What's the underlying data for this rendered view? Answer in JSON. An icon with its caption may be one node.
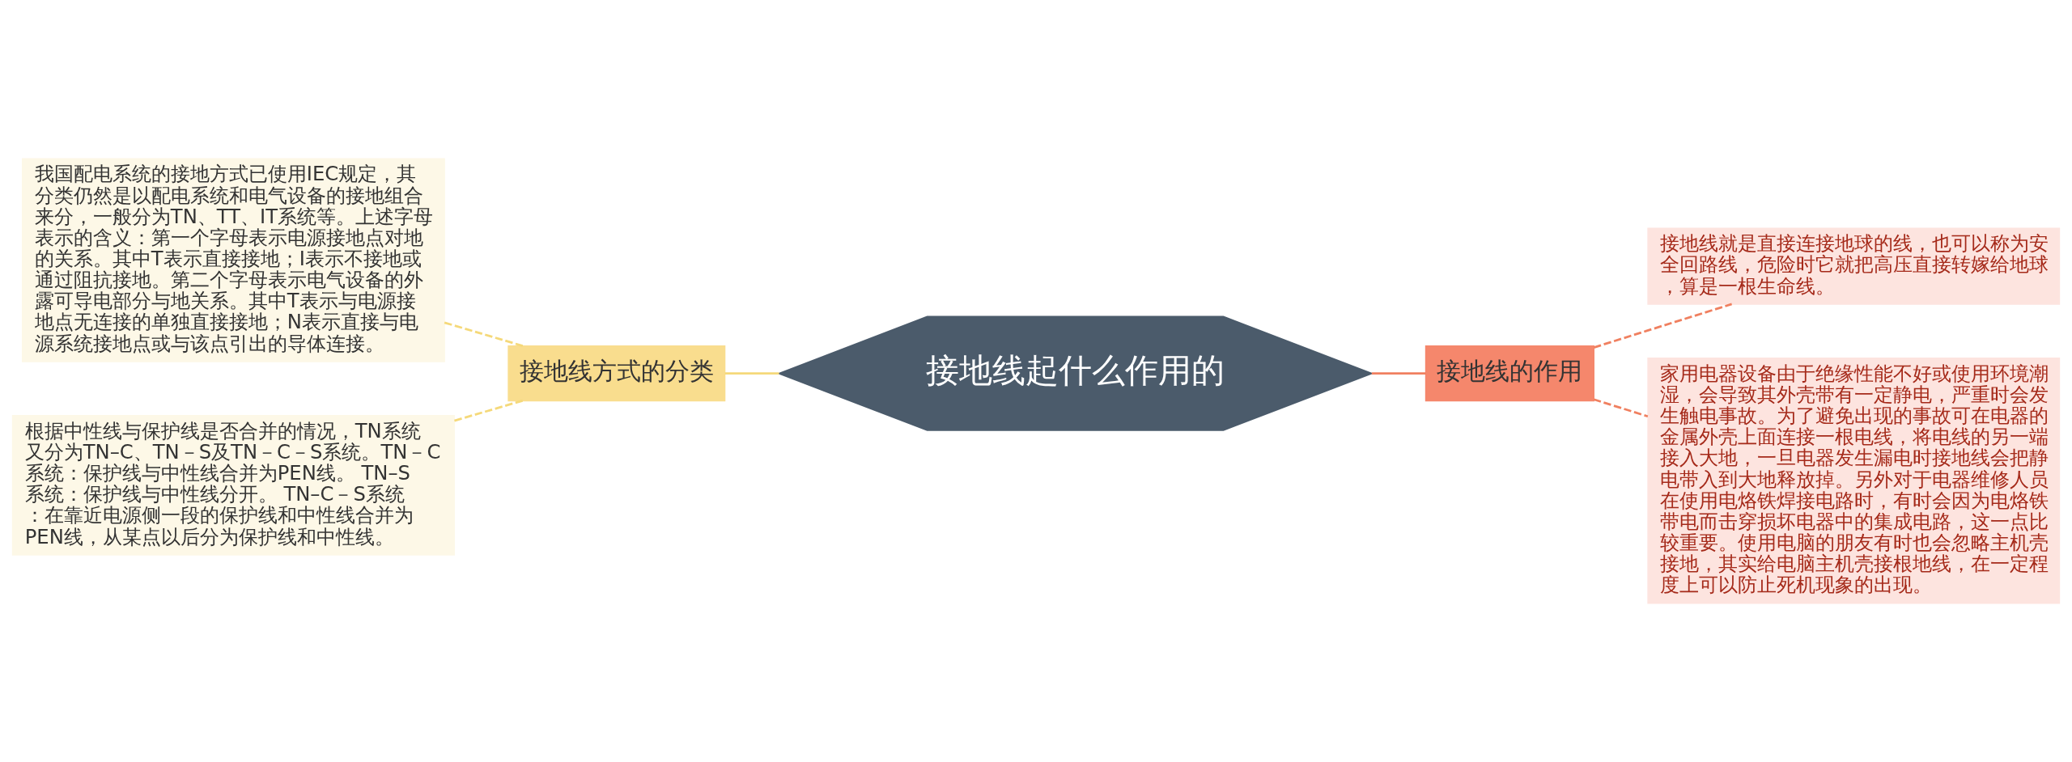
{
  "diagram": {
    "nodes": [
      {
        "text": [
          "接地线起什么作用的"
        ]
      },
      {
        "text": [
          "接地线方式的分类"
        ]
      },
      {
        "text": [
          "接地线的作用"
        ]
      },
      {
        "text": [
          "我国配电系统的接地方式已使用IEC规定，其分类仍然是以配电系统和电气设备的接地组合来分，一般分为TN、TT、IT系统等。上述字母表示的含义：第一个字母表示电源接地点对地的关系。其中T表示直接接地；I表示不接地或通过阻抗接地。第二个字母表示电气设备的外露可导电部分与地关系。其中T表示与电源接地点无连接的单独直接接地；N表示直接与电源系统接地点或与该点引出的导体连接。"
        ]
      },
      {
        "text": [
          "根据中性线与保护线是否合并的情况，TN系统又分为TN–C、TN－S及TN－C－S系统。TN－C系统：保护线与中性线合并为PEN线。 TN–S系统：保护线与中性线分开。 TN–C－S系统：在靠近电源侧一段的保护线和中性线合并为PEN线，从某点以后分为保护线和中性线。"
        ]
      },
      {
        "text": [
          "接地线就是直接连接地球的线，也可以称为安全回路线，危险时它就把高压直接转嫁给地球，算是一根生命线。"
        ]
      },
      {
        "text": [
          "家用电器设备由于绝缘性能不好或使用环境潮湿，会导致其外壳带有一定静电，严重时会发生触电事故。为了避免出现的事故可在电器的金属外壳上面连接一根电线，将电线的另一端接入大地，一旦电器发生漏电时接地线会把静电带入到大地释放掉。另外对于电器维修人员在使用电烙铁焊接电路时，有时会因为电烙铁带电而击穿损坏电器中的集成电路，这一点比较重要。使用电脑的朋友有时也会忽略主机壳接地，其实给电脑主机壳接根地线，在一定程度上可以防止死机现象的出现。"
        ]
      }
    ],
    "edges": [
      {
        "from": 0,
        "to": 1,
        "arrow": "none",
        "color": "#f5d97a"
      },
      {
        "from": 0,
        "to": 2,
        "arrow": "none",
        "color": "#f08060"
      },
      {
        "from": 1,
        "to": 3,
        "arrow": "none",
        "style": "dashed",
        "color": "#f5d97a"
      },
      {
        "from": 1,
        "to": 4,
        "arrow": "none",
        "style": "dashed",
        "color": "#f5d97a"
      },
      {
        "from": 2,
        "to": 5,
        "arrow": "none",
        "style": "dashed",
        "color": "#f08060"
      },
      {
        "from": 2,
        "to": 6,
        "arrow": "none",
        "style": "dashed",
        "color": "#f08060"
      }
    ]
  }
}
